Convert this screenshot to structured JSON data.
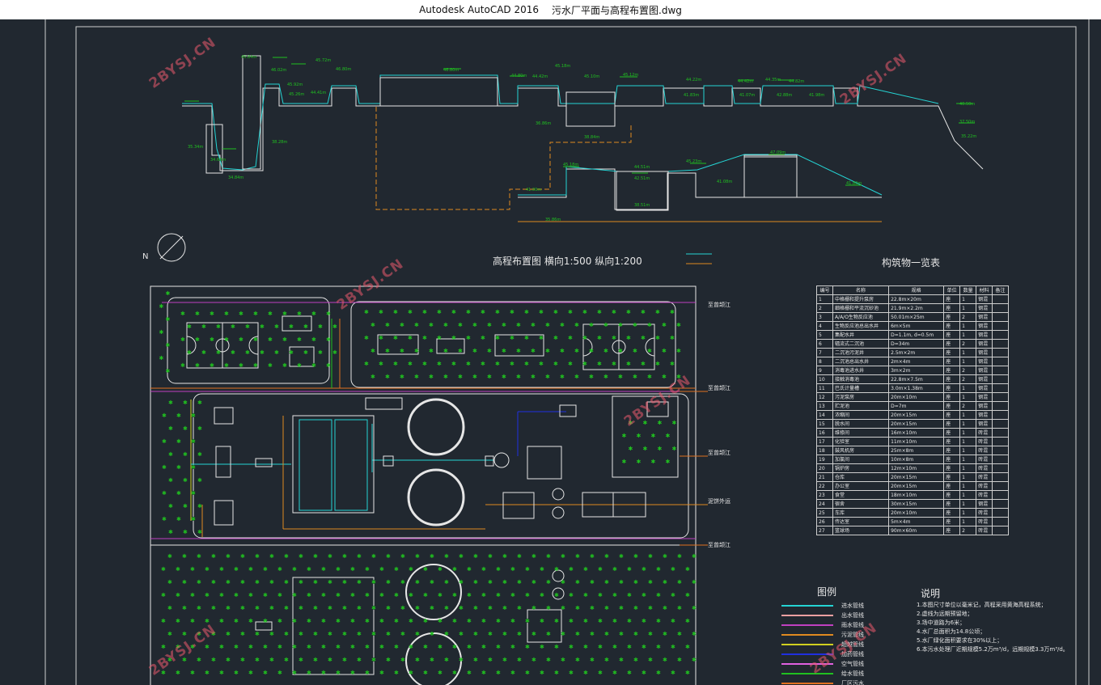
{
  "window": {
    "app_name": "Autodesk AutoCAD 2016",
    "file_name": "污水厂平面与高程布置图.dwg"
  },
  "drawing": {
    "profile_title": "高程布置图   横向1:500   纵向1:200",
    "table_title": "构筑物一览表",
    "legend_title": "图例",
    "notes_title": "说明",
    "outfall_labels": [
      "至曾颉江",
      "至曾颉江",
      "至曾颉江",
      "泥饼外运",
      "至曾颉江"
    ],
    "elevations": [
      "45.84m",
      "45.72m",
      "46.02m",
      "45.92m",
      "46.80m",
      "44.41m",
      "45.26m",
      "46.80m",
      "44.80m",
      "45.18m",
      "44.42m",
      "45.12m",
      "45.10m",
      "44.22m",
      "44.42m",
      "44.35m",
      "44.82m",
      "44.30m",
      "41.83m",
      "41.07m",
      "42.88m",
      "41.98m",
      "40.50m",
      "35.22m",
      "37.50m",
      "38.28m",
      "34.68m",
      "35.34m",
      "34.84m",
      "45.18m",
      "44.51m",
      "42.51m",
      "45.23m",
      "47.09m",
      "41.08m",
      "41.80m",
      "38.51m",
      "36.86m",
      "41.00m",
      "35.86m",
      "38.84m"
    ],
    "structure_table": {
      "headers": [
        "编号",
        "名称",
        "规格",
        "单位",
        "数量",
        "材料",
        "备注"
      ],
      "rows": [
        [
          "1",
          "中格栅和提升泵房",
          "22.8m×20m",
          "座",
          "1",
          "钢混",
          ""
        ],
        [
          "2",
          "细格栅和平流沉砂池",
          "21.9m×2.2m",
          "座",
          "1",
          "钢混",
          ""
        ],
        [
          "3",
          "A/A/O生物反应池",
          "50.01m×25m",
          "座",
          "2",
          "钢混",
          ""
        ],
        [
          "4",
          "生物反应池总出水井",
          "6m×5m",
          "座",
          "1",
          "钢混",
          ""
        ],
        [
          "5",
          "集配水井",
          "D=1.1m, d=0.5m",
          "座",
          "1",
          "钢混",
          ""
        ],
        [
          "6",
          "辐流式二沉池",
          "D=34m",
          "座",
          "2",
          "钢混",
          ""
        ],
        [
          "7",
          "二沉池污泥井",
          "2.5m×2m",
          "座",
          "1",
          "钢混",
          ""
        ],
        [
          "8",
          "二沉池总出水井",
          "2m×4m",
          "座",
          "1",
          "钢混",
          ""
        ],
        [
          "9",
          "消毒池进水井",
          "3m×2m",
          "座",
          "2",
          "钢混",
          ""
        ],
        [
          "10",
          "接触消毒池",
          "22.8m×7.5m",
          "座",
          "2",
          "钢混",
          ""
        ],
        [
          "11",
          "巴氏计量槽",
          "3.0m×1.38m",
          "座",
          "1",
          "钢混",
          ""
        ],
        [
          "12",
          "污泥泵房",
          "20m×10m",
          "座",
          "1",
          "钢混",
          ""
        ],
        [
          "13",
          "贮泥池",
          "D=7m",
          "座",
          "2",
          "钢混",
          ""
        ],
        [
          "14",
          "浓缩间",
          "20m×15m",
          "座",
          "1",
          "钢混",
          ""
        ],
        [
          "15",
          "脱水间",
          "20m×15m",
          "座",
          "1",
          "钢混",
          ""
        ],
        [
          "16",
          "维修间",
          "16m×10m",
          "座",
          "1",
          "砖混",
          ""
        ],
        [
          "17",
          "化验室",
          "11m×10m",
          "座",
          "1",
          "砖混",
          ""
        ],
        [
          "18",
          "鼓风机房",
          "25m×8m",
          "座",
          "1",
          "砖混",
          ""
        ],
        [
          "19",
          "加氯间",
          "10m×8m",
          "座",
          "1",
          "砖混",
          ""
        ],
        [
          "20",
          "锅炉房",
          "12m×10m",
          "座",
          "1",
          "砖混",
          ""
        ],
        [
          "21",
          "仓库",
          "20m×15m",
          "座",
          "1",
          "砖混",
          ""
        ],
        [
          "22",
          "办公室",
          "20m×15m",
          "座",
          "1",
          "砖混",
          ""
        ],
        [
          "23",
          "食堂",
          "18m×10m",
          "座",
          "1",
          "砖混",
          ""
        ],
        [
          "24",
          "宿舍",
          "30m×15m",
          "座",
          "1",
          "钢混",
          ""
        ],
        [
          "25",
          "车库",
          "20m×10m",
          "座",
          "1",
          "砖混",
          ""
        ],
        [
          "26",
          "传达室",
          "5m×4m",
          "座",
          "1",
          "砖混",
          ""
        ],
        [
          "27",
          "篮球场",
          "90m×60m",
          "座",
          "2",
          "砖混",
          ""
        ]
      ]
    },
    "legend": [
      {
        "label": "进水管线",
        "color": "#25d4d4"
      },
      {
        "label": "出水管线",
        "color": "#f0a0a0"
      },
      {
        "label": "雨水管线",
        "color": "#c040c0"
      },
      {
        "label": "污泥管线",
        "color": "#e08a20"
      },
      {
        "label": "超越管线",
        "color": "#d0d020"
      },
      {
        "label": "加药管线",
        "color": "#2030e0"
      },
      {
        "label": "空气管线",
        "color": "#e060e0"
      },
      {
        "label": "给水管线",
        "color": "#20c020"
      },
      {
        "label": "厂区污水",
        "color": "#e07020"
      }
    ],
    "notes": [
      "1.本图尺寸单位以毫米记，高程采用黄海高程系统；",
      "2.虚线为远期预留地；",
      "3.场中道路为6米；",
      "4.水厂总面积为14.8公顷；",
      "5.水厂绿化面积要求在30%以上；",
      "6.本污水处理厂近期规模5.2万m³/d，远期规模3.3万m³/d。"
    ],
    "watermark": "2BYSJ.CN"
  }
}
